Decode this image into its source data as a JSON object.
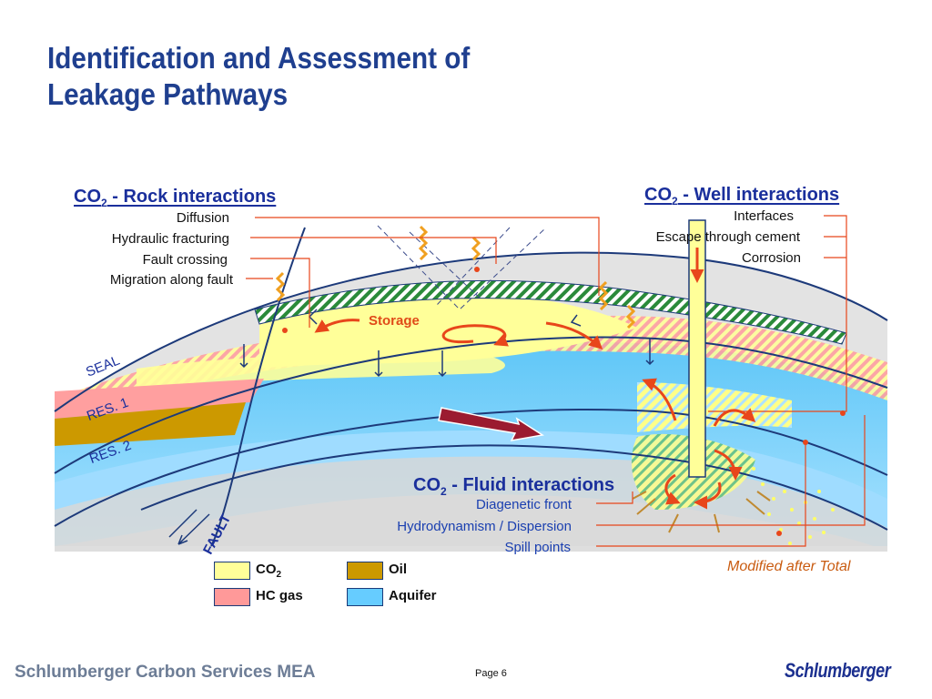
{
  "title": {
    "line1": "Identification and Assessment of",
    "line2": "Leakage Pathways"
  },
  "sections": {
    "rock": {
      "co": "CO",
      "sub": "2",
      "rest": " - Rock interactions",
      "items": [
        "Diffusion",
        "Hydraulic fracturing",
        "Fault crossing",
        "Migration along fault"
      ]
    },
    "well": {
      "co": "CO",
      "sub": "2",
      "rest": " - Well interactions",
      "items": [
        "Interfaces",
        "Escape through cement",
        "Corrosion"
      ]
    },
    "fluid": {
      "co": "CO",
      "sub": "2",
      "rest": " - Fluid interactions",
      "items": [
        "Diagenetic front",
        "Hydrodynamism / Dispersion",
        "Spill points"
      ]
    }
  },
  "diagram_labels": {
    "seal": "SEAL",
    "res1": "RES. 1",
    "res2": "RES. 2",
    "fault": "FAULT",
    "storage": "Storage"
  },
  "legend": [
    {
      "label": "CO",
      "sub": "2",
      "color": "#ffff99"
    },
    {
      "label": "Oil",
      "sub": "",
      "color": "#cc9900"
    },
    {
      "label": "HC gas",
      "sub": "",
      "color": "#ff9999"
    },
    {
      "label": "Aquifer",
      "sub": "",
      "color": "#66ccff"
    }
  ],
  "credit": "Modified after Total",
  "footer": {
    "company": "Schlumberger Carbon Services MEA",
    "page": "Page 6",
    "brand": "Schlumberger"
  },
  "colors": {
    "title": "#1f3f8f",
    "accent_line": "#e8461b",
    "seal": "#2a8a3a",
    "aquifer": "#66ccff",
    "co2": "#ffff99",
    "hc_gas": "#ff9999",
    "oil": "#cc9900",
    "arrow": "#9b1b30"
  }
}
